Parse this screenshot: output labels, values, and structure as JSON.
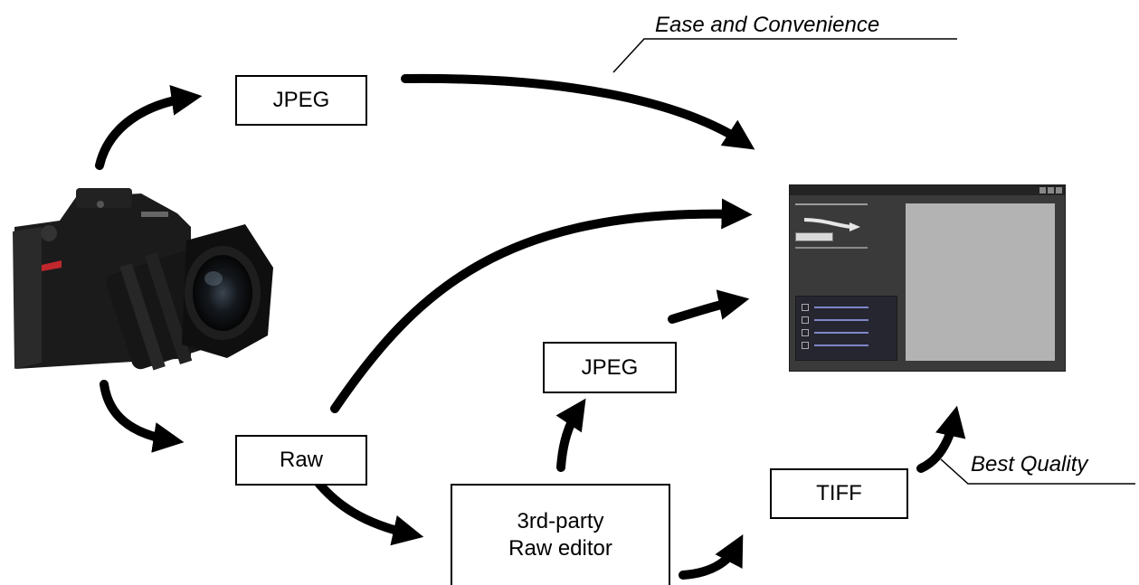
{
  "nodes": {
    "jpeg_top": "JPEG",
    "raw": "Raw",
    "jpeg_mid": "JPEG",
    "editor": "3rd-party\nRaw editor",
    "tiff": "TIFF"
  },
  "annotations": {
    "ease": "Ease and Convenience",
    "quality": "Best Quality"
  },
  "colors": {
    "arrow": "#000000",
    "app_background": "#3a3a3a",
    "app_preview": "#b3b3b3",
    "link": "#7f86c6"
  },
  "images": {
    "camera": "dslr-camera-with-lens",
    "target": "photo-app-window-screenshot"
  }
}
